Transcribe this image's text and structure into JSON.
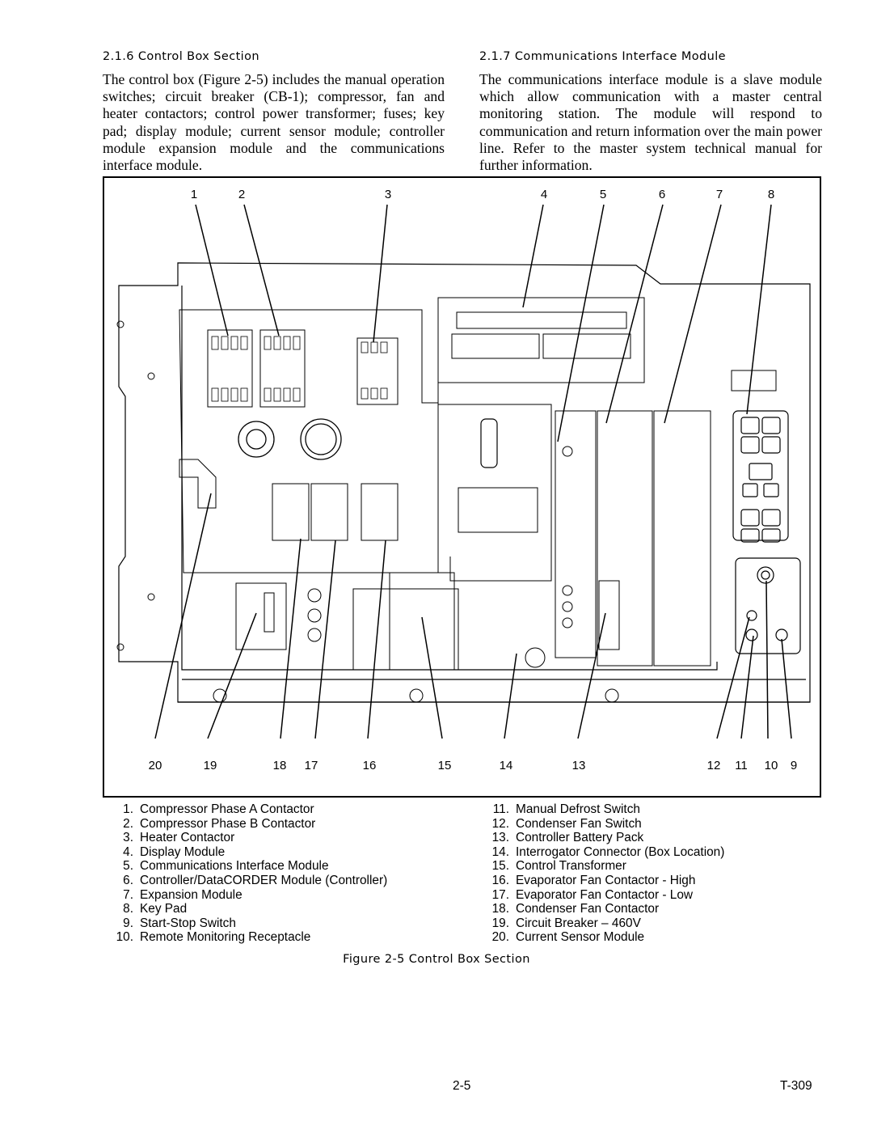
{
  "left_section": {
    "heading": "2.1.6   Control Box Section",
    "body": "The control box (Figure 2-5) includes the manual operation switches; circuit breaker (CB-1); compressor, fan and heater contactors; control power transformer; fuses; key pad; display module; current sensor module; controller module expansion module and the communications interface module."
  },
  "right_section": {
    "heading": "2.1.7   Communications Interface Module",
    "body": "The communications interface module is a slave module which allow communication with a master central monitoring station. The module will respond to communication and return information over the main power line. Refer to the master system technical manual for further information."
  },
  "figure": {
    "top_callouts": [
      "1",
      "2",
      "3",
      "4",
      "5",
      "6",
      "7",
      "8"
    ],
    "bottom_callouts": [
      "20",
      "19",
      "18",
      "17",
      "16",
      "15",
      "14",
      "13",
      "12",
      "11",
      "10",
      "9"
    ],
    "legend_left": [
      {
        "num": "1.",
        "label": "Compressor Phase A Contactor"
      },
      {
        "num": "2.",
        "label": "Compressor Phase B Contactor"
      },
      {
        "num": "3.",
        "label": "Heater Contactor"
      },
      {
        "num": "4.",
        "label": "Display Module"
      },
      {
        "num": "5.",
        "label": "Communications Interface Module"
      },
      {
        "num": "6.",
        "label": "Controller/DataCORDER Module (Controller)"
      },
      {
        "num": "7.",
        "label": "Expansion Module"
      },
      {
        "num": "8.",
        "label": "Key Pad"
      },
      {
        "num": "9.",
        "label": "Start-Stop Switch"
      },
      {
        "num": "10.",
        "label": "Remote Monitoring Receptacle"
      }
    ],
    "legend_right": [
      {
        "num": "11.",
        "label": "Manual Defrost Switch"
      },
      {
        "num": "12.",
        "label": "Condenser Fan Switch"
      },
      {
        "num": "13.",
        "label": "Controller Battery Pack"
      },
      {
        "num": "14.",
        "label": "Interrogator Connector (Box Location)"
      },
      {
        "num": "15.",
        "label": "Control Transformer"
      },
      {
        "num": "16.",
        "label": "Evaporator Fan Contactor - High"
      },
      {
        "num": "17.",
        "label": "Evaporator Fan Contactor - Low"
      },
      {
        "num": "18.",
        "label": "Condenser Fan Contactor"
      },
      {
        "num": "19.",
        "label": "Circuit Breaker – 460V"
      },
      {
        "num": "20.",
        "label": "Current Sensor Module"
      }
    ],
    "caption": "Figure 2-5 Control Box Section"
  },
  "footer": {
    "page_number": "2-5",
    "doc_number": "T-309"
  }
}
